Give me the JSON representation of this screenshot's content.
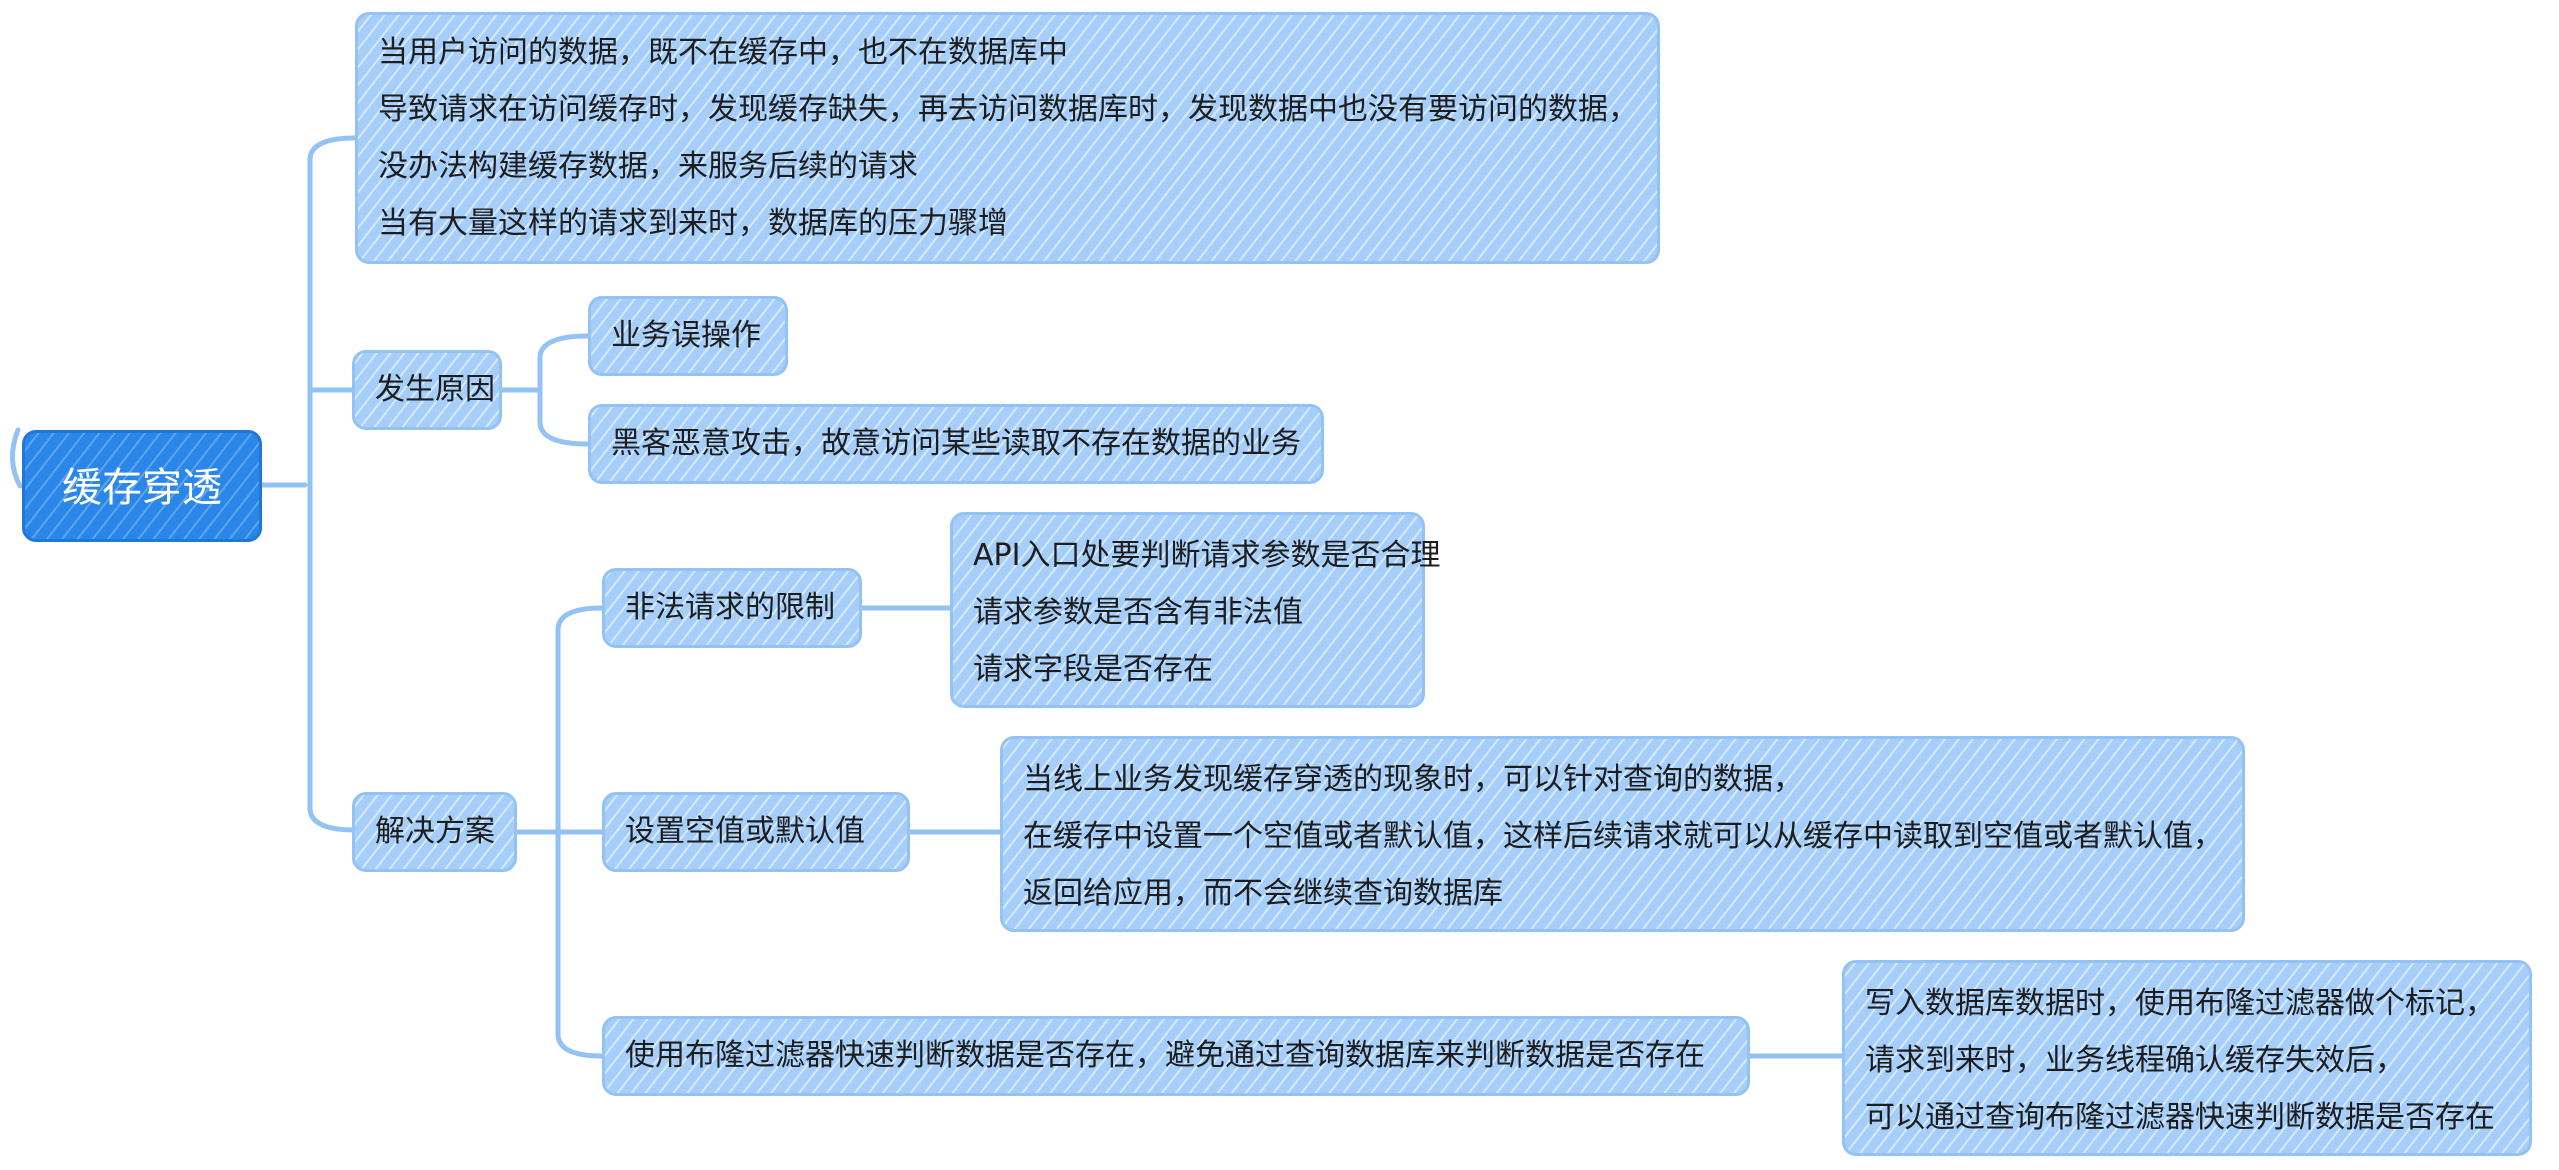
{
  "root": {
    "label": "缓存穿透"
  },
  "definition": {
    "lines": [
      "当用户访问的数据，既不在缓存中，也不在数据库中",
      "导致请求在访问缓存时，发现缓存缺失，再去访问数据库时，发现数据中也没有要访问的数据，",
      "没办法构建缓存数据，来服务后续的请求",
      "当有大量这样的请求到来时，数据库的压力骤增"
    ]
  },
  "causes": {
    "label": "发生原因",
    "items": [
      "业务误操作",
      "黑客恶意攻击，故意访问某些读取不存在数据的业务"
    ]
  },
  "solutions": {
    "label": "解决方案",
    "items": [
      {
        "label": "非法请求的限制",
        "details": [
          "API入口处要判断请求参数是否合理",
          "请求参数是否含有非法值",
          "请求字段是否存在"
        ]
      },
      {
        "label": "设置空值或默认值",
        "details": [
          "当线上业务发现缓存穿透的现象时，可以针对查询的数据，",
          "在缓存中设置一个空值或者默认值，这样后续请求就可以从缓存中读取到空值或者默认值，",
          "返回给应用，而不会继续查询数据库"
        ]
      },
      {
        "label": "使用布隆过滤器快速判断数据是否存在，避免通过查询数据库来判断数据是否存在",
        "details": [
          "写入数据库数据时，使用布隆过滤器做个标记，",
          "请求到来时，业务线程确认缓存失效后，",
          "可以通过查询布隆过滤器快速判断数据是否存在"
        ]
      }
    ]
  },
  "colors": {
    "root_fill": "#2a86e8",
    "node_fill": "#a6cefa",
    "connector": "#93c2f5"
  }
}
